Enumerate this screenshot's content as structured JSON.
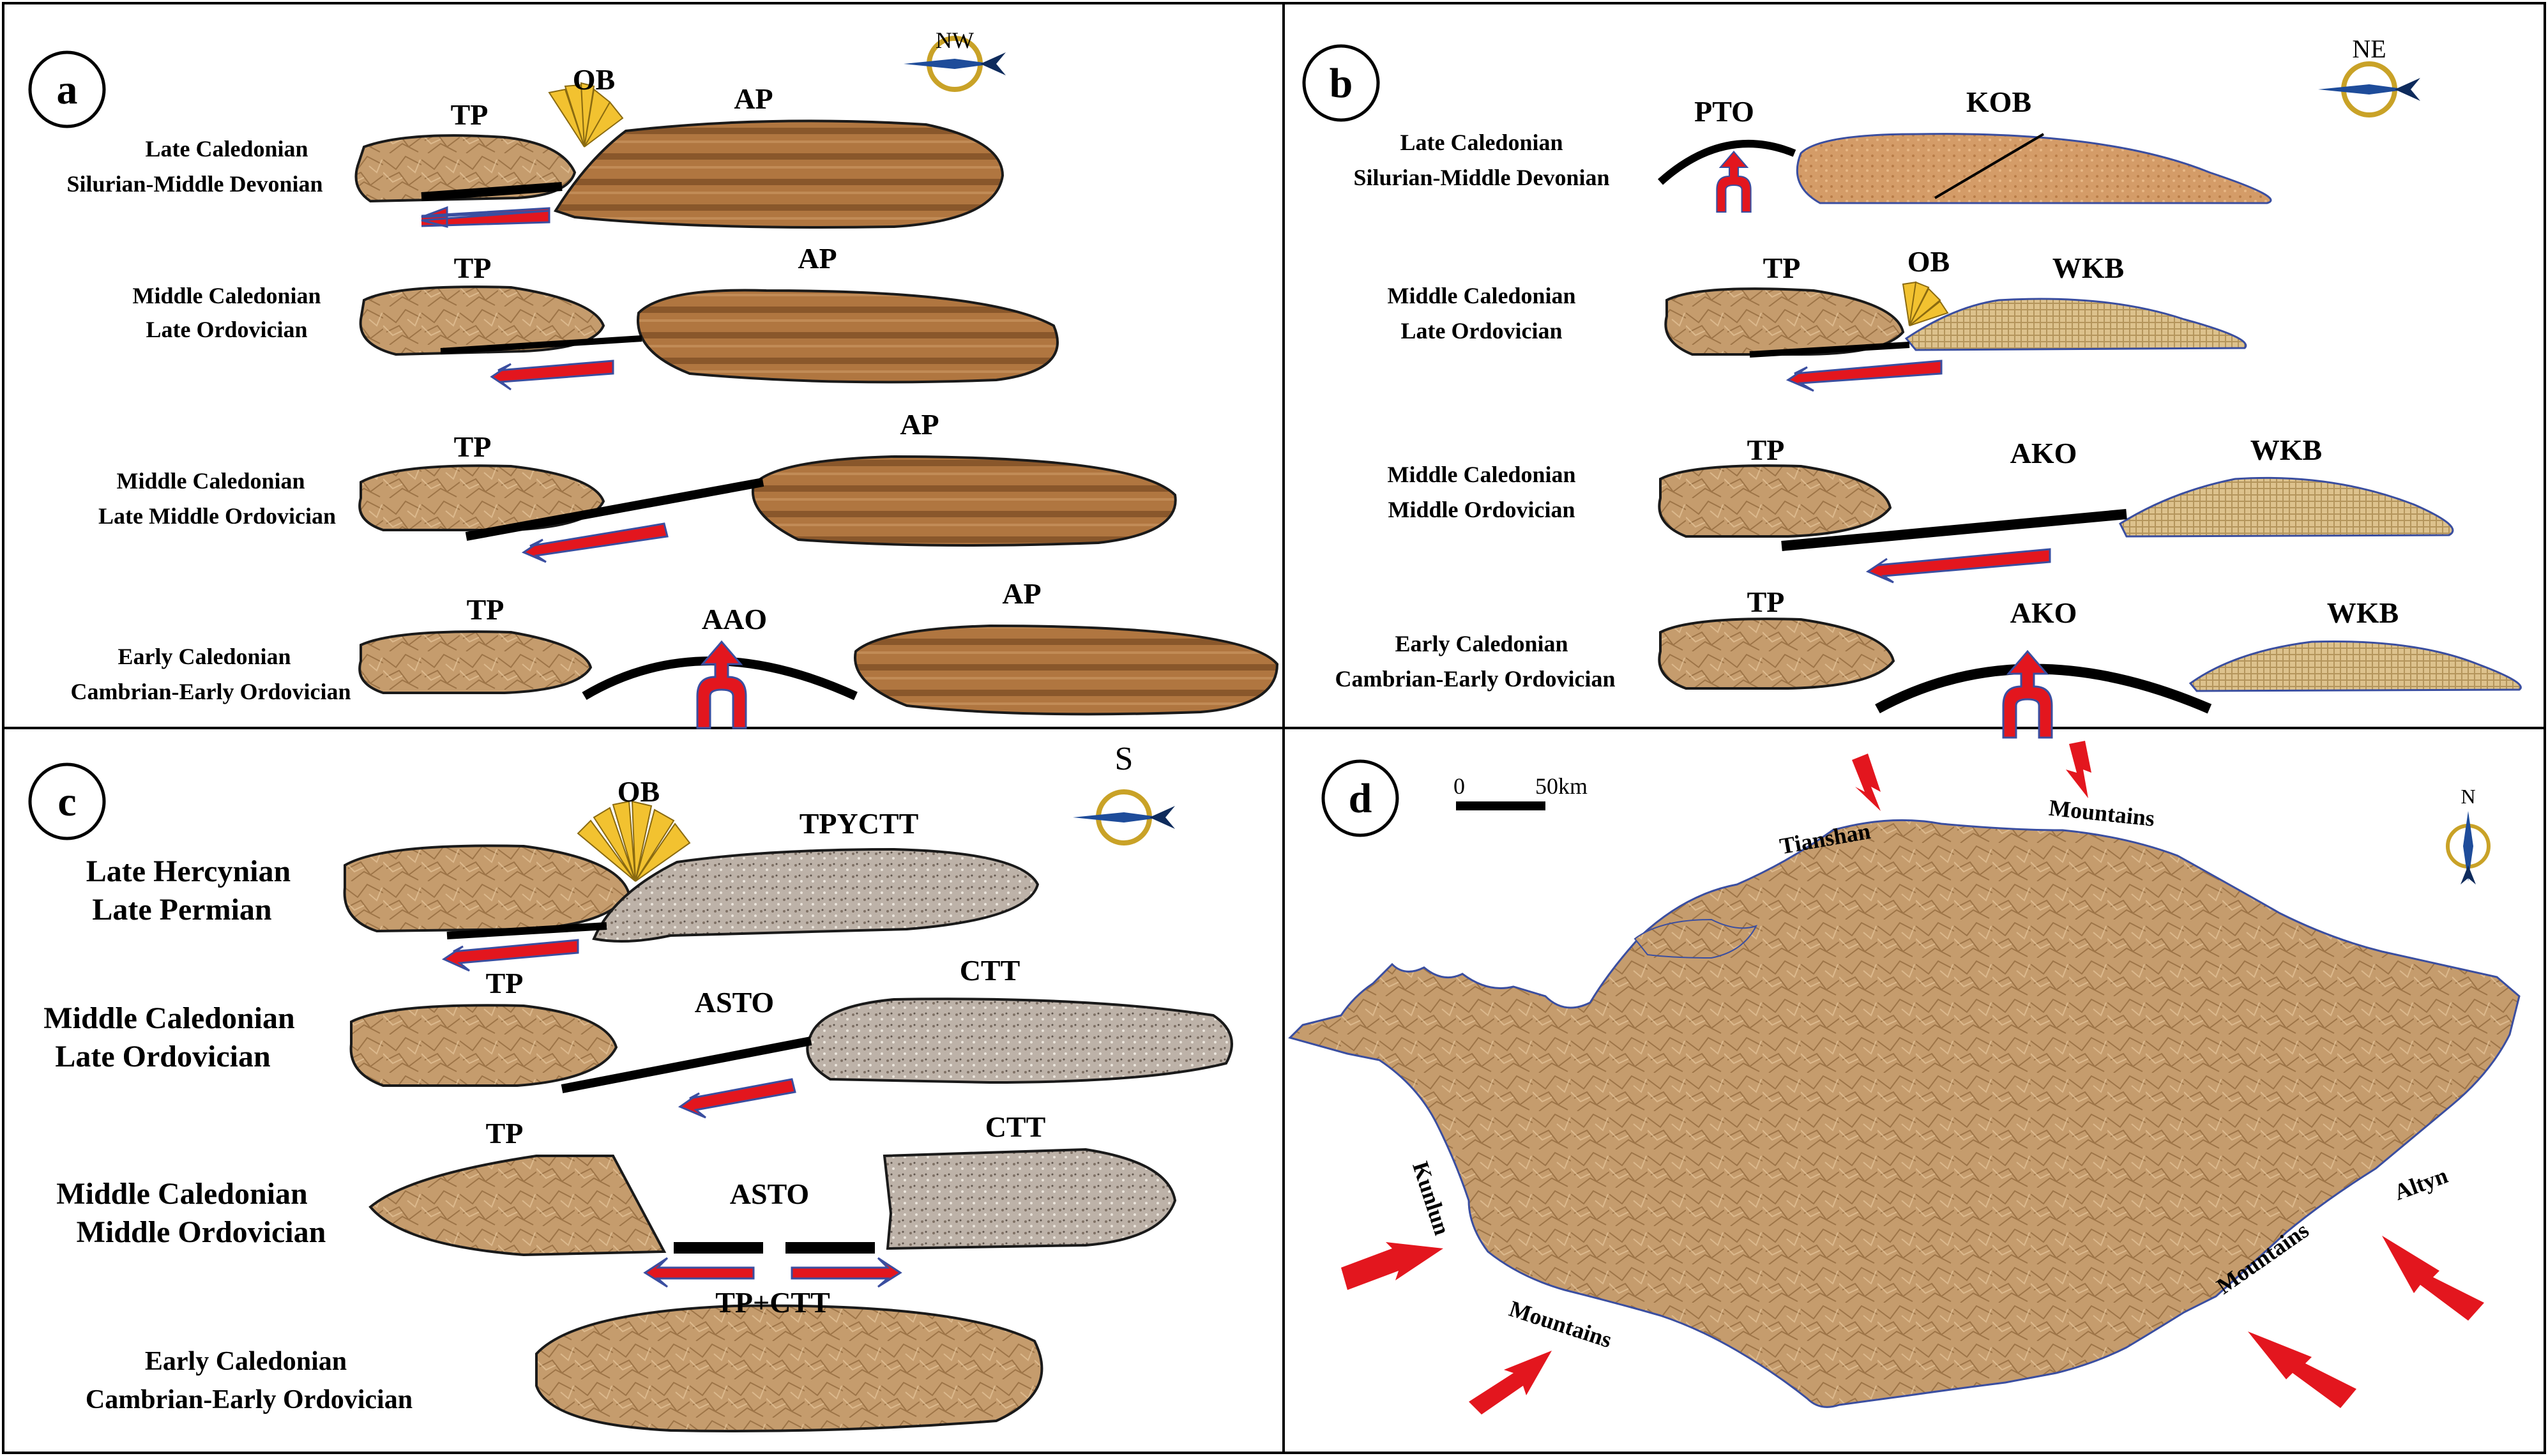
{
  "panels": {
    "a": {
      "letter": "a",
      "compass": "NW",
      "rows": [
        {
          "stage": "Late Caledonian",
          "period": "Silurian-Middle Devonian",
          "left": "TP",
          "middle": "OB",
          "right": "AP"
        },
        {
          "stage": "Middle Caledonian",
          "period": "Late Ordovician",
          "left": "TP",
          "right": "AP"
        },
        {
          "stage": "Middle Caledonian",
          "period": "Late Middle Ordovician",
          "left": "TP",
          "right": "AP"
        },
        {
          "stage": "Early Caledonian",
          "period": "Cambrian-Early  Ordovician",
          "left": "TP",
          "middle": "AAO",
          "right": "AP"
        }
      ]
    },
    "b": {
      "letter": "b",
      "compass": "NE",
      "rows": [
        {
          "stage": "Late Caledonian",
          "period": "Silurian-Middle Devonian",
          "left": "PTO",
          "right": "KOB"
        },
        {
          "stage": "Middle Caledonian",
          "period": "Late Ordovician",
          "left": "TP",
          "middle": "OB",
          "right": "WKB"
        },
        {
          "stage": "Middle Caledonian",
          "period": "Middle Ordovician",
          "left": "TP",
          "middle": "AKO",
          "right": "WKB"
        },
        {
          "stage": "Early Caledonian",
          "period": "Cambrian-Early  Ordovician",
          "left": "TP",
          "middle": "AKO",
          "right": "WKB"
        }
      ]
    },
    "c": {
      "letter": "c",
      "compass": "S",
      "rows": [
        {
          "stage": "Late Hercynian",
          "period": "Late Permian",
          "middle": "OB",
          "right": "TPYCTT"
        },
        {
          "stage": "Middle Caledonian",
          "period": "Late Ordovician",
          "left": "TP",
          "middle": "ASTO",
          "right": "CTT"
        },
        {
          "stage": "Middle Caledonian",
          "period": "Middle Ordovician",
          "left": "TP",
          "middle": "ASTO",
          "right": "CTT"
        },
        {
          "stage": "Early Caledonian",
          "period": "Cambrian-Early Ordovician",
          "middle": "TP+CTT"
        }
      ]
    },
    "d": {
      "letter": "d",
      "compass": "N",
      "scale_zero": "0",
      "scale_end": "50km",
      "labels": {
        "tianshan": "Tianshan",
        "mountains_north": "Mountains",
        "kunlun": "Kunlun",
        "mountains_southwest": "Mountains",
        "altyn": "Altyn",
        "mountains_southeast": "Mountains"
      }
    }
  },
  "colors": {
    "plate_fill": "#c8a274",
    "plate_dark": "#a5703f",
    "ap_fill": "#b07640",
    "ap_stripe": "#7a4a22",
    "sand_fill": "#ddc28d",
    "kob_fill": "#d49c68",
    "gravel_fill": "#b8ada3",
    "ob_fill": "#f2c230",
    "arrow_red": "#e3161e",
    "arrow_outline": "#3a4ea0"
  }
}
